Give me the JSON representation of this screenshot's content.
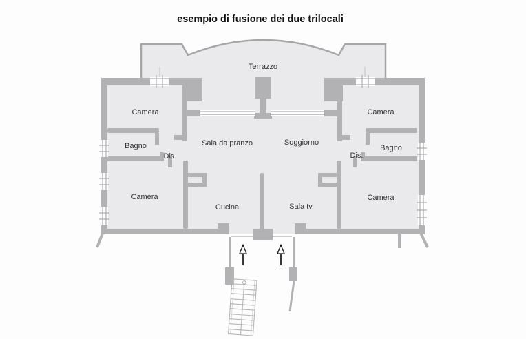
{
  "title": "esempio di fusione dei due trilocali",
  "rooms": {
    "terrazzo": "Terrazzo",
    "camera_tl": "Camera",
    "camera_tr": "Camera",
    "sala_da_pranzo": "Sala da pranzo",
    "soggiorno": "Soggiorno",
    "bagno_left": "Bagno",
    "bagno_right": "Bagno",
    "dis_left": "Dis.",
    "dis_right": "Dis.",
    "camera_bl": "Camera",
    "camera_br": "Camera",
    "cucina": "Cucina",
    "sala_tv": "Sala tv"
  },
  "icons": {
    "entrance_arrow_icon": "↑",
    "staircase_icon": "stairs"
  },
  "colors": {
    "wall": "#b2b2b5",
    "floor": "#eaeaec",
    "parapet_line": "#a6a6a9",
    "window_line": "#9d9da1",
    "label_text": "#333333",
    "title_text": "#111111",
    "arrow": "#161616",
    "background": "#ffffff"
  }
}
